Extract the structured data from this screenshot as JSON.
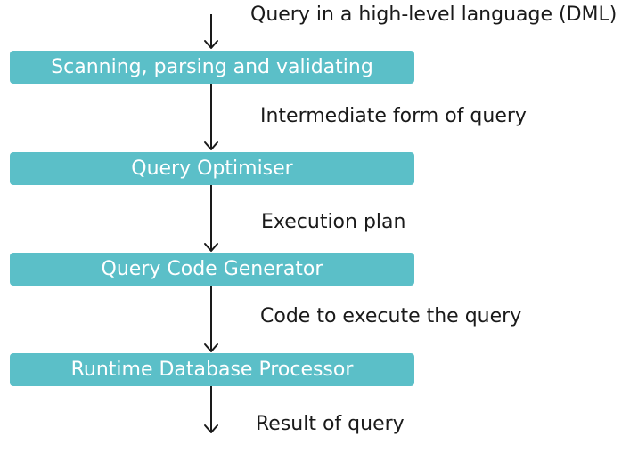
{
  "stages": [
    {
      "label": "Scanning, parsing and validating"
    },
    {
      "label": "Query Optimiser"
    },
    {
      "label": "Query Code Generator"
    },
    {
      "label": "Runtime Database Processor"
    }
  ],
  "flows": [
    {
      "label": "Query in a high-level language (DML)"
    },
    {
      "label": "Intermediate form of query"
    },
    {
      "label": "Execution plan"
    },
    {
      "label": "Code to execute the query"
    },
    {
      "label": "Result of query"
    }
  ],
  "colors": {
    "stage_fill": "#5bbfc8",
    "stage_text": "#ffffff",
    "arrow": "#1a1a1a",
    "label_text": "#1a1a1a"
  }
}
